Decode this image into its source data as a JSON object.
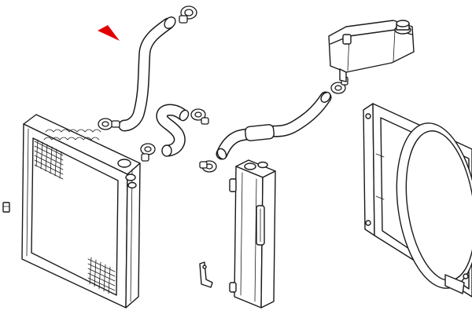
{
  "diagram": {
    "highlight_color": "#e00000",
    "line_color": "#1a1a1a",
    "background_color": "#ffffff",
    "parts": [
      "radiator",
      "upper-radiator-hose",
      "lower-radiator-hose",
      "hose-clamp",
      "expansion-tank",
      "heater-hose",
      "oil-cooler",
      "fan-shroud",
      "drain-plug",
      "bracket"
    ],
    "highlighted_part": "upper-radiator-hose",
    "pointer_icon": "red-arrow-icon"
  }
}
